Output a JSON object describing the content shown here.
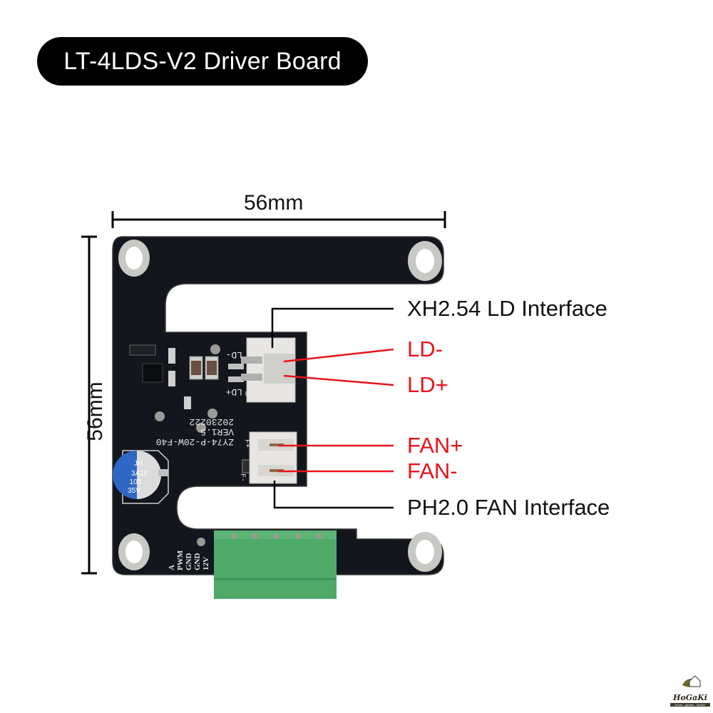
{
  "title": "LT-4LDS-V2 Driver Board",
  "dimensions": {
    "width_label": "56mm",
    "height_label": "56mm"
  },
  "callouts": {
    "xh_interface": "XH2.54 LD Interface",
    "ld_minus": "LD-",
    "ld_plus": "LD+",
    "fan_plus": "FAN+",
    "fan_minus": "FAN-",
    "ph_interface": "PH2.0 FAN Interface"
  },
  "board_silkscreen": {
    "ld_minus": "LD-",
    "ld_plus": "LD+",
    "fan_plus": "F+",
    "fan_minus": "F-",
    "date": "20230222",
    "version": "VER1.5",
    "model": "ZY74-P-20W-F40",
    "terminal_pins": [
      "A",
      "PWM",
      "GND",
      "GND",
      "12V"
    ]
  },
  "capacitor": {
    "brand": "JH",
    "code": "3A1F",
    "capacitance": "100",
    "voltage": "35V"
  },
  "logo": {
    "name": "HoGaKi",
    "tagline": "Home - garden - kitchen"
  },
  "colors": {
    "accent_red": "#e8141c",
    "pcb": "#14161e",
    "terminal_green": "#4faa6a",
    "connector_white": "#e8e6e2",
    "pad_silver": "#c8c8c4"
  }
}
